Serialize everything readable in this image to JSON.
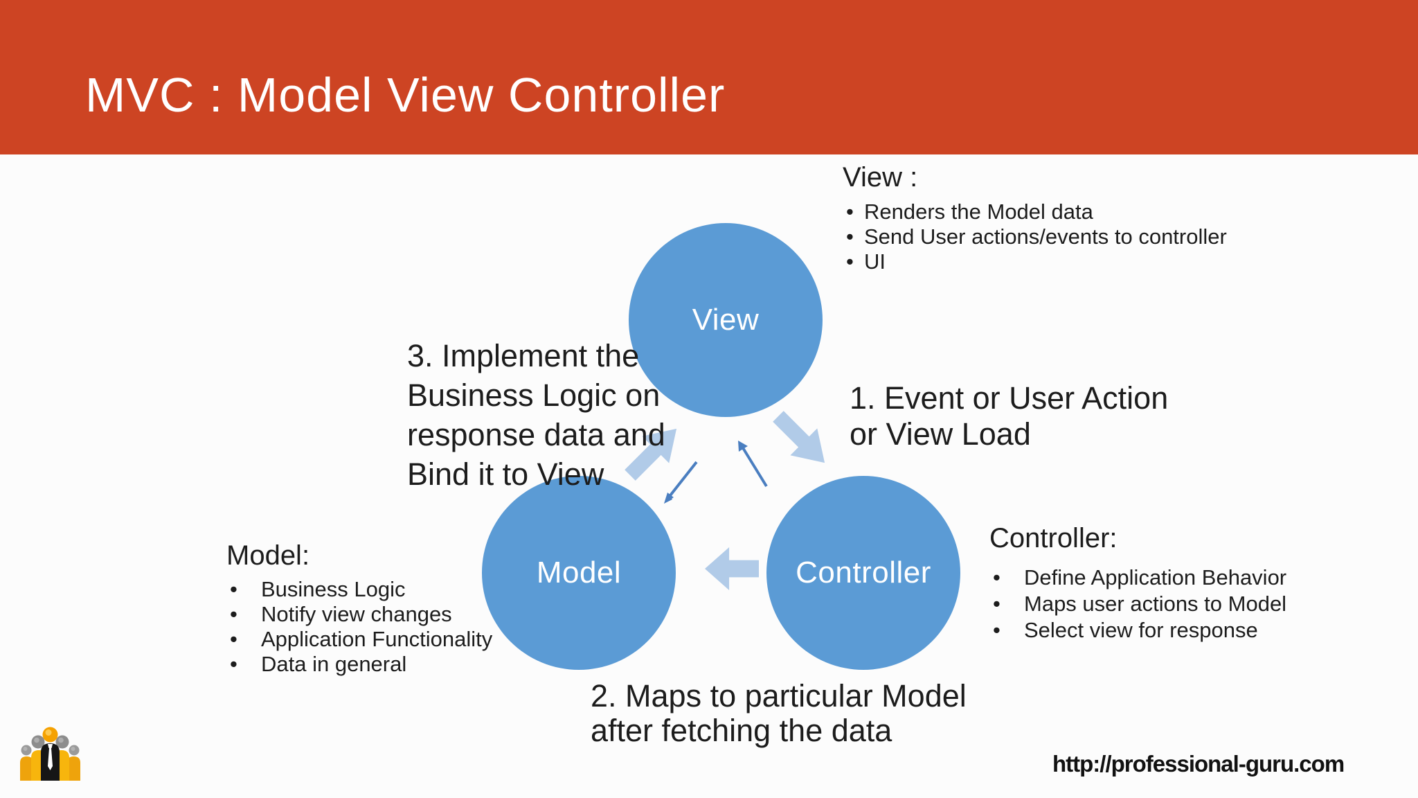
{
  "slide": {
    "title": "MVC : Model View Controller",
    "footer_url": "http://professional-guru.com"
  },
  "colors": {
    "header_bg": "#cd4423",
    "circle_fill": "#5b9bd5",
    "block_arrow_fill": "#b1cbe8",
    "thin_arrow_stroke": "#4a7ec0",
    "text": "#1c1c1c",
    "title_text": "#ffffff"
  },
  "diagram": {
    "nodes": [
      {
        "id": "view",
        "label": "View"
      },
      {
        "id": "model",
        "label": "Model"
      },
      {
        "id": "controller",
        "label": "Controller"
      }
    ],
    "flow_labels": [
      {
        "id": "flow-1",
        "text": "1. Event or User Action\nor View Load"
      },
      {
        "id": "flow-2",
        "text": "2. Maps to particular Model\nafter fetching the data"
      },
      {
        "id": "flow-3",
        "text": "3. Implement the\nBusiness Logic on\nresponse data and\nBind it to View"
      }
    ],
    "arrows": [
      {
        "id": "block-arrow-model-to-view",
        "type": "block",
        "direction": "up-right"
      },
      {
        "id": "block-arrow-view-to-controller",
        "type": "block",
        "direction": "down-right"
      },
      {
        "id": "block-arrow-controller-to-model",
        "type": "block",
        "direction": "left"
      },
      {
        "id": "thin-arrow-view-to-model",
        "type": "line",
        "direction": "down-left"
      },
      {
        "id": "thin-arrow-controller-to-view",
        "type": "line",
        "direction": "up-left"
      }
    ]
  },
  "annotations": {
    "view": {
      "heading": "View :",
      "items": [
        "Renders the Model data",
        "Send User actions/events to controller",
        "UI"
      ]
    },
    "model": {
      "heading": "Model:",
      "items": [
        "Business Logic",
        "Notify view changes",
        "Application Functionality",
        "Data in general"
      ]
    },
    "controller": {
      "heading": "Controller:",
      "items": [
        "Define Application Behavior",
        "Maps user actions to Model",
        "Select view for response"
      ]
    }
  },
  "icons": {
    "logo": "team-people-icon"
  }
}
